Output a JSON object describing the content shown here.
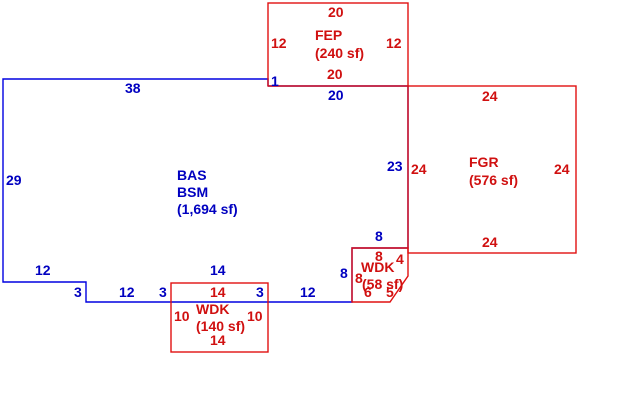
{
  "colors": {
    "basement": "#0000e0",
    "additions": "#e01010"
  },
  "areas": {
    "main": {
      "code1": "BAS",
      "code2": "BSM",
      "area": "(1,694 sf)"
    },
    "fep": {
      "code": "FEP",
      "area": "(240 sf)"
    },
    "fgr": {
      "code": "FGR",
      "area": "(576 sf)"
    },
    "wdk_small": {
      "code": "WDK",
      "area": "(58 sf)"
    },
    "wdk_bottom": {
      "code": "WDK",
      "area": "(140 sf)"
    }
  },
  "dims": {
    "main_top": "38",
    "main_left": "29",
    "main_right": "23",
    "main_step_top": "12",
    "main_step_left": "3",
    "main_bottom_left": "12",
    "main_bottom_mid_left": "3",
    "main_bottom_mid": "14",
    "main_bottom_mid_right": "3",
    "main_bottom_right": "12",
    "main_right_lower": "8",
    "main_right_bottom": "8",
    "main_corner": "1",
    "main_fep_edge": "20",
    "fep_top": "20",
    "fep_left": "12",
    "fep_right": "12",
    "fep_bottom": "20",
    "fgr_top": "24",
    "fgr_left": "24",
    "fgr_right": "24",
    "fgr_bottom": "24",
    "wdks_top": "8",
    "wdks_left": "8",
    "wdks_right": "4",
    "wdks_bottom": "6",
    "wdks_diag": "5",
    "wdkb_top": "14",
    "wdkb_left": "10",
    "wdkb_right": "10",
    "wdkb_bottom": "14"
  }
}
